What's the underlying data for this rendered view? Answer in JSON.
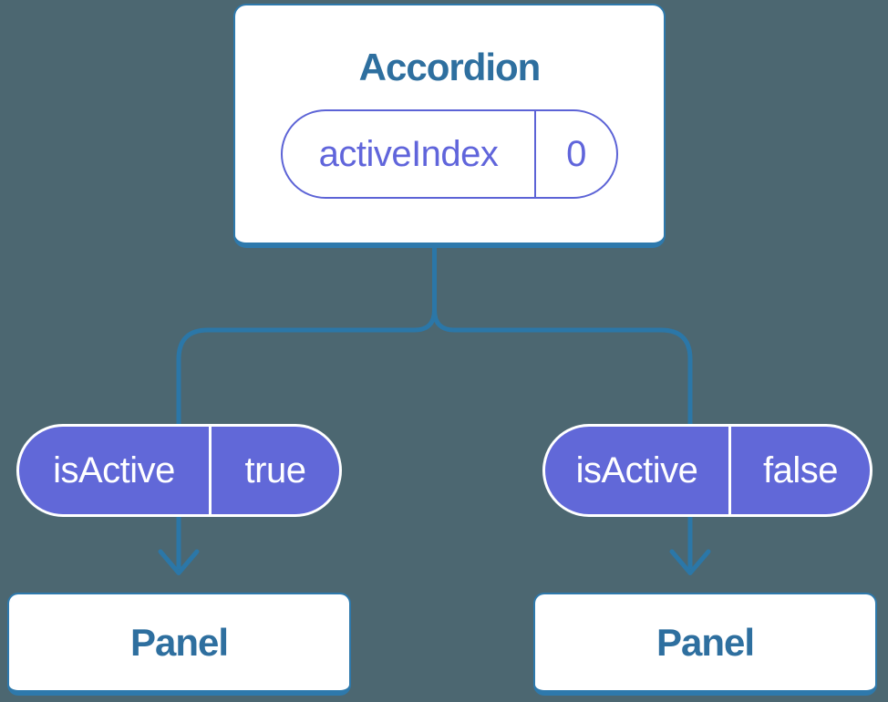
{
  "root": {
    "title": "Accordion",
    "prop": {
      "name": "activeIndex",
      "value": "0"
    }
  },
  "children": [
    {
      "prop": {
        "name": "isActive",
        "value": "true"
      },
      "node": "Panel"
    },
    {
      "prop": {
        "name": "isActive",
        "value": "false"
      },
      "node": "Panel"
    }
  ],
  "colors": {
    "background": "#4C6771",
    "connector_blue": "#2B77A8",
    "node_border_blue": "#2E79AC",
    "node_text_blue": "#2E6F9F",
    "pill_fill_purple": "#6168D8",
    "pill_outline_purple": "#5C63D6",
    "pill_text_purple": "#6065DB",
    "pill_filled_text": "#FFFFFF",
    "card_background": "#FFFFFF"
  }
}
